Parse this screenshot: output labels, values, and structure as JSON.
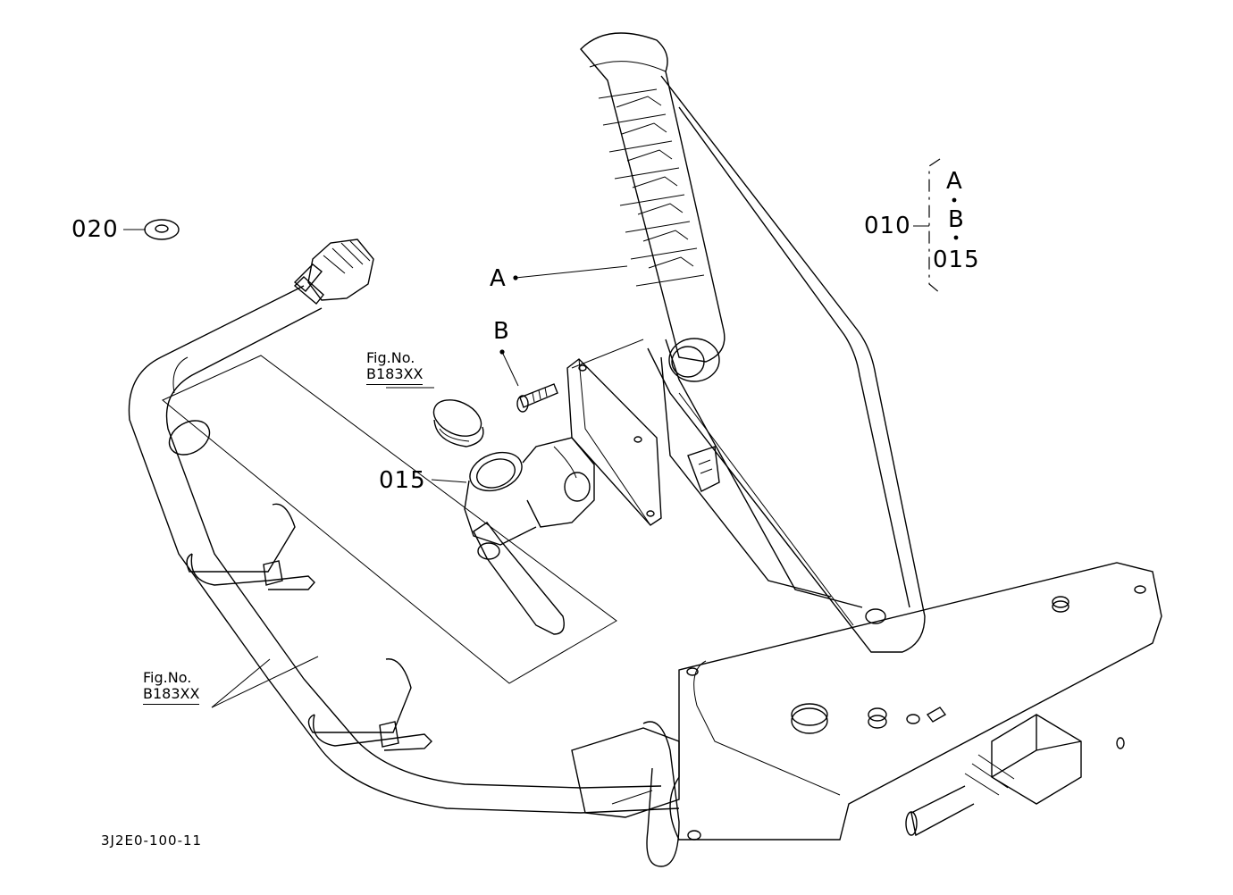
{
  "callouts": {
    "part_020": "020",
    "part_010": "010",
    "part_015": "015",
    "mark_a": "A",
    "mark_b": "B"
  },
  "assembly_group": {
    "items": [
      "A",
      "B",
      "015"
    ]
  },
  "figure_refs": [
    {
      "line1": "Fig.No.",
      "line2": "B183XX"
    },
    {
      "line1": "Fig.No.",
      "line2": "B183XX"
    }
  ],
  "diagram_code": "3J2E0-100-11",
  "icons": {
    "washer": "washer-icon",
    "grip": "grip-icon",
    "bolt": "bolt-icon",
    "cap": "cap-icon",
    "clamp": "clamp-icon",
    "cable_tie": "cable-tie-icon",
    "connector": "connector-icon"
  }
}
